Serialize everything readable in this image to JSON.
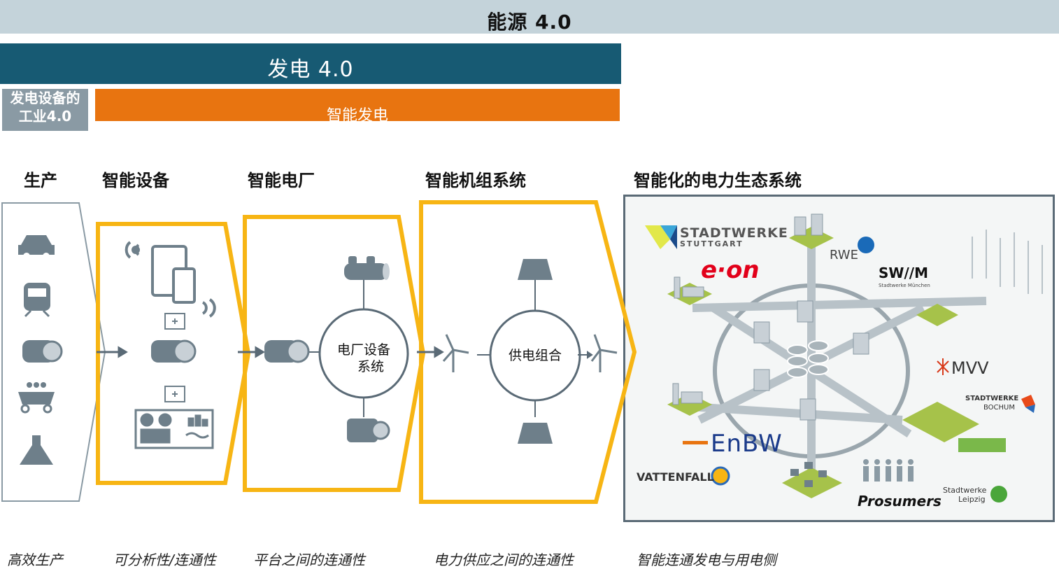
{
  "header": {
    "title": "能源 4.0"
  },
  "generation": {
    "title": "发电 4.0"
  },
  "industry_box": {
    "line1": "发电设备的",
    "line2": "工业4.0"
  },
  "smart_generation": {
    "title": "智能发电"
  },
  "stages": [
    {
      "title": "生产",
      "caption": "高效生产"
    },
    {
      "title": "智能设备",
      "caption": "可分析性/连通性"
    },
    {
      "title": "智能电厂",
      "caption": "平台之间的连通性"
    },
    {
      "title": "智能机组系统",
      "caption": "电力供应之间的连通性"
    },
    {
      "title": "智能化的电力生态系统",
      "caption": "智能连通发电与用电侧"
    }
  ],
  "plant_circle": {
    "line1": "电厂设备",
    "line2": "系统"
  },
  "unit_circle": {
    "label": "供电组合"
  },
  "logos": {
    "stuttgart_1": "STADTWERKE",
    "stuttgart_2": "STUTTGART",
    "eon": "e·on",
    "rwe": "RWE",
    "swm": "SW//M",
    "swm_sub": "Stadtwerke München",
    "mvv": "MVV",
    "bochum_1": "STADTWERKE",
    "bochum_2": "BOCHUM",
    "enbw": "EnBW",
    "vattenfall": "VATTENFALL",
    "prosumers": "Prosumers",
    "leipzig_1": "Stadtwerke",
    "leipzig_2": "Leipzig"
  },
  "colors": {
    "top_bar": "#c4d3da",
    "generation_bar": "#175a73",
    "smart_bar": "#e87410",
    "industry_box": "#8a9aa4",
    "chevron_yellow": "#f7b514",
    "icon_gray": "#6e7f8a"
  }
}
